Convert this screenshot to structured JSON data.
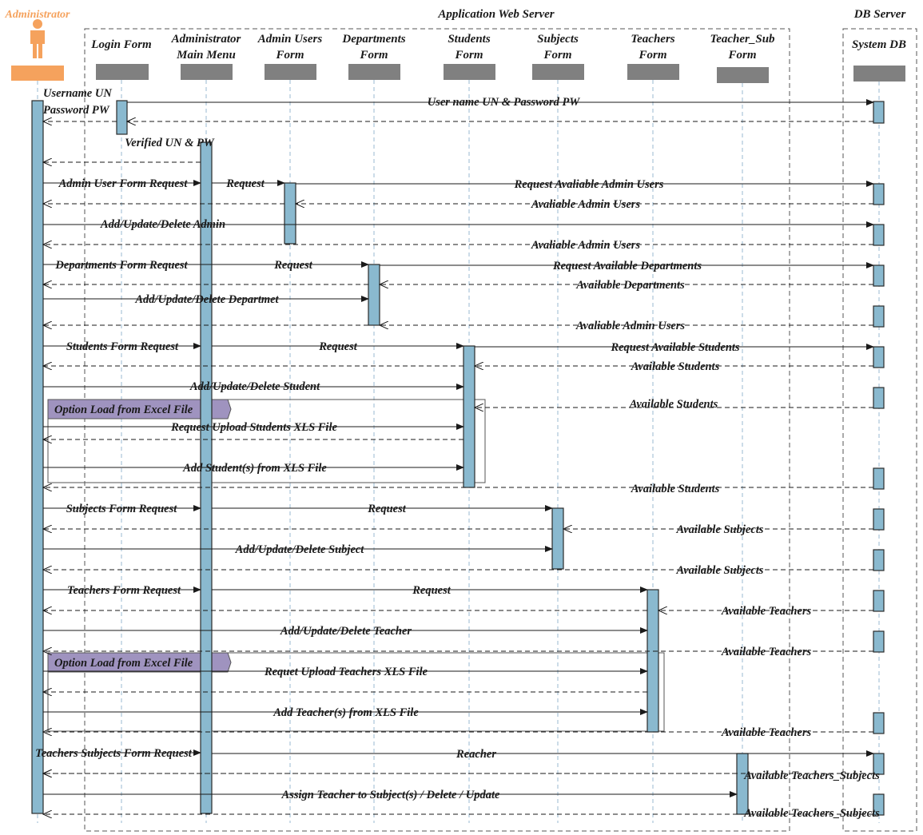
{
  "colors": {
    "actor": "#f5a25d",
    "head_box": "#808080",
    "activation_fill": "#8ab9cf",
    "activation_stroke": "#2b2b2b",
    "lifeline": "#9ab8d2",
    "group_border": "#555555",
    "option_fill": "#9f93bf",
    "line": "#1a1a1a"
  },
  "actor": {
    "label": "Administrator",
    "icon": "person-icon"
  },
  "groups": [
    {
      "id": "web",
      "label": "Application Web Server"
    },
    {
      "id": "db",
      "label": "DB Server"
    }
  ],
  "lifelines": [
    {
      "id": "login",
      "label_lines": [
        "Login Form"
      ]
    },
    {
      "id": "mainmenu",
      "label_lines": [
        "Administrator",
        "Main Menu"
      ]
    },
    {
      "id": "adminu",
      "label_lines": [
        "Admin Users",
        "Form"
      ]
    },
    {
      "id": "dept",
      "label_lines": [
        "Departments",
        "Form"
      ]
    },
    {
      "id": "stud",
      "label_lines": [
        "Students",
        "Form"
      ]
    },
    {
      "id": "subj",
      "label_lines": [
        "Subjects",
        "Form"
      ]
    },
    {
      "id": "teach",
      "label_lines": [
        "Teachers",
        "Form"
      ]
    },
    {
      "id": "tsub",
      "label_lines": [
        "Teacher_Sub",
        "Form"
      ]
    },
    {
      "id": "sysdb",
      "label_lines": [
        "System DB"
      ]
    }
  ],
  "option_frames": [
    {
      "label": "Option Load from Excel File"
    },
    {
      "label": "Option Load from Excel File"
    }
  ],
  "messages": [
    {
      "text": "Username UN"
    },
    {
      "text": "Password PW"
    },
    {
      "text": "User name UN & Password PW"
    },
    {
      "text": "Verified UN & PW"
    },
    {
      "text": "Admin User Form Request"
    },
    {
      "text": "Request"
    },
    {
      "text": "Request Avaliable Admin Users"
    },
    {
      "text": "Avaliable Admin Users"
    },
    {
      "text": "Add/Update/Delete Admin"
    },
    {
      "text": "Avaliable Admin Users"
    },
    {
      "text": "Departments Form Request"
    },
    {
      "text": "Request"
    },
    {
      "text": "Request Available Departments"
    },
    {
      "text": "Available Departments"
    },
    {
      "text": "Add/Update/Delete Departmet"
    },
    {
      "text": "Avaliable Admin Users"
    },
    {
      "text": "Students Form Request"
    },
    {
      "text": "Request"
    },
    {
      "text": "Request Available Students"
    },
    {
      "text": "Available Students"
    },
    {
      "text": "Add/Update/Delete Student"
    },
    {
      "text": "Available Students"
    },
    {
      "text": "Request Upload Students XLS File"
    },
    {
      "text": "Add Student(s) from XLS File"
    },
    {
      "text": "Available Students"
    },
    {
      "text": "Subjects Form Request"
    },
    {
      "text": "Request"
    },
    {
      "text": "Available Subjects"
    },
    {
      "text": "Add/Update/Delete Subject"
    },
    {
      "text": "Available Subjects"
    },
    {
      "text": "Teachers Form Request"
    },
    {
      "text": "Request"
    },
    {
      "text": "Available Teachers"
    },
    {
      "text": "Add/Update/Delete Teacher"
    },
    {
      "text": "Available Teachers"
    },
    {
      "text": "Requet Upload Teachers  XLS File"
    },
    {
      "text": "Add Teacher(s) from XLS File"
    },
    {
      "text": "Available Teachers"
    },
    {
      "text": "Teachers Subjects Form Request"
    },
    {
      "text": "Reacher"
    },
    {
      "text": "Available Teachers_Subjects"
    },
    {
      "text": "Assign Teacher to Subject(s) / Delete / Update"
    },
    {
      "text": "Available Teachers_Subjects"
    }
  ]
}
